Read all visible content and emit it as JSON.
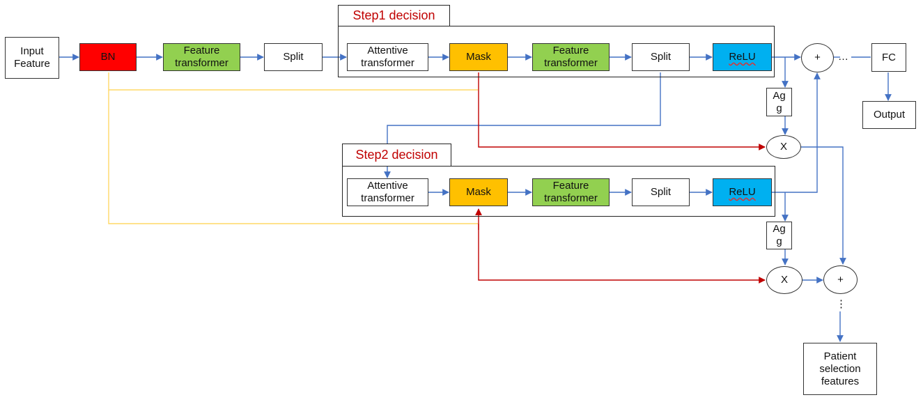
{
  "step1": {
    "title": "Step1 decision"
  },
  "step2": {
    "title": "Step2 decision"
  },
  "nodes": {
    "input_feature": "Input\nFeature",
    "bn": "BN",
    "feature_transformer": "Feature\ntransformer",
    "split": "Split",
    "attentive_transformer": "Attentive\ntransformer",
    "mask": "Mask",
    "relu": "ReLU",
    "plus": "+",
    "multiply": "X",
    "agg": "Ag\ng",
    "fc": "FC",
    "output": "Output",
    "patient_selection": "Patient\nselection\nfeatures",
    "ellipsis_horizontal": "…",
    "ellipsis_vertical": "⋮"
  },
  "colors": {
    "bn": "#ff0000",
    "feature_transformer": "#92d050",
    "mask": "#ffc000",
    "relu": "#00b0f0",
    "arrow_blue": "#4472c4",
    "arrow_red": "#c00000",
    "line_yellow": "#ffd966",
    "title_text": "#c00000"
  }
}
